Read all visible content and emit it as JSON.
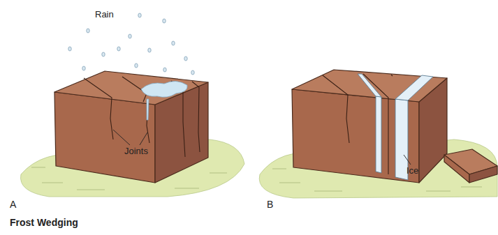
{
  "diagram": {
    "caption": "Frost Wedging",
    "labels": [
      "Rain",
      "Joints",
      "Ice",
      "A",
      "B"
    ]
  }
}
